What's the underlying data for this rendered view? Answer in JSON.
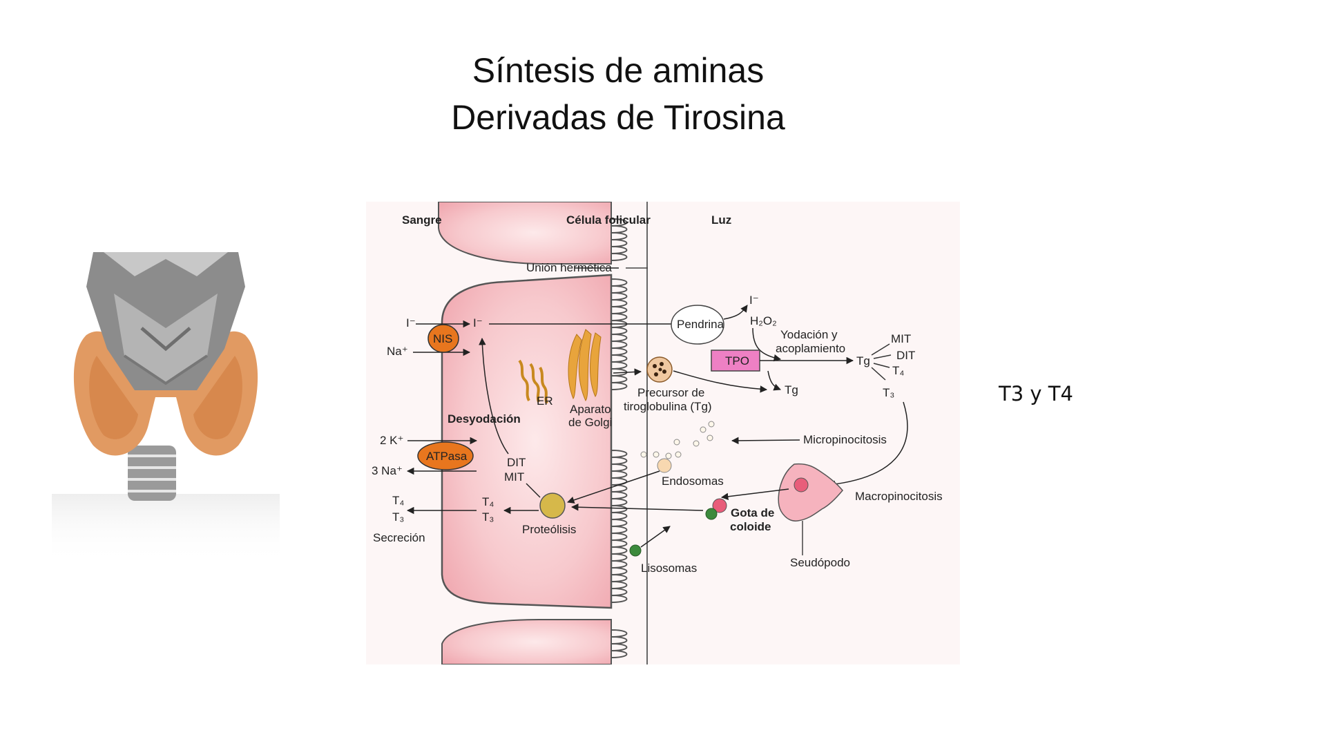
{
  "slide": {
    "title_line1": "Síntesis de aminas",
    "title_line2": "Derivadas de Tirosina",
    "side_note": "T3 y T4"
  },
  "diagram": {
    "headers": {
      "blood": "Sangre",
      "cell": "Célula folicular",
      "lumen": "Luz"
    },
    "labels": {
      "tight_junction": "Unión hermética",
      "iodide": "I⁻",
      "iodide_cell": "I⁻",
      "iodide_lumen": "I⁻",
      "sodium": "Na⁺",
      "nis": "NIS",
      "pendrin": "Pendrina",
      "h2o2": "H₂O₂",
      "tpo": "TPO",
      "iodination_line1": "Yodación y",
      "iodination_line2": "acoplamiento",
      "tg_right": "Tg",
      "tg_lower": "Tg",
      "mit_r": "MIT",
      "dit_r": "DIT",
      "t4_r": "T₄",
      "t3_r": "T₃",
      "er": "ER",
      "golgi_line1": "Aparato",
      "golgi_line2": "de Golgi",
      "precursor_line1": "Precursor de",
      "precursor_line2": "tiroglobulina (Tg)",
      "deiodination": "Desyodación",
      "k": "2 K⁺",
      "na_out": "3 Na⁺",
      "atpase": "ATPasa",
      "dit_c": "DIT",
      "mit_c": "MIT",
      "micropinocytosis": "Micropinocitosis",
      "endosomes": "Endosomas",
      "macropinocytosis": "Macropinocitosis",
      "t4_out": "T₄",
      "t3_out": "T₃",
      "t4_in": "T₄",
      "t3_in": "T₃",
      "secretion": "Secreción",
      "proteolysis": "Proteólisis",
      "colloid_line1": "Gota de",
      "colloid_line2": "coloide",
      "lysosomes": "Lisosomas",
      "pseudopod": "Seudópodo"
    },
    "colors": {
      "cytoplasm": "#f4b5bb",
      "cytoplasm_light": "#fce4e6",
      "nis_atpase": "#e8761e",
      "tpo": "#ee80c4",
      "golgi": "#e8a43c",
      "proteolysis": "#d6b84a",
      "lysosome": "#3c8a3c",
      "colloid": "#e85d7a"
    }
  }
}
